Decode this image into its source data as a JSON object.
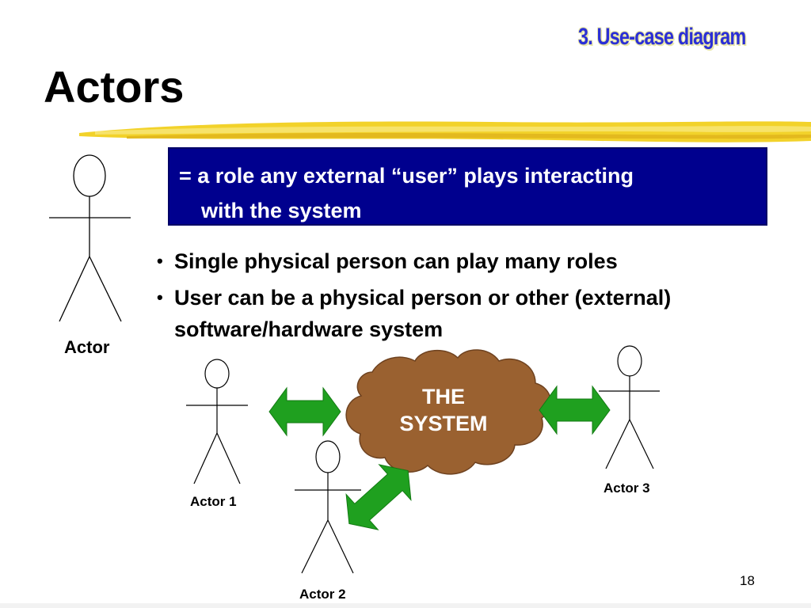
{
  "header": {
    "section_tag": "3. Use-case diagram",
    "title": "Actors"
  },
  "definition": {
    "line1": "= a role any external “user” plays interacting",
    "line2": "with the system"
  },
  "bullets": [
    {
      "text": "Single physical person can play many roles"
    },
    {
      "text": "User can be a physical person or other (external)",
      "continuation": "software/hardware system"
    }
  ],
  "diagram": {
    "main_actor_label": "Actor",
    "system_label_line1": "THE",
    "system_label_line2": "SYSTEM",
    "actors": [
      "Actor 1",
      "Actor 2",
      "Actor 3"
    ],
    "colors": {
      "system_cloud": "#9a6130",
      "arrow": "#1fa01f",
      "definition_box": "#00008e",
      "section_tag": "#2b2fd6",
      "brush": "#f2d22a"
    }
  },
  "footer": {
    "page_number": "18"
  }
}
